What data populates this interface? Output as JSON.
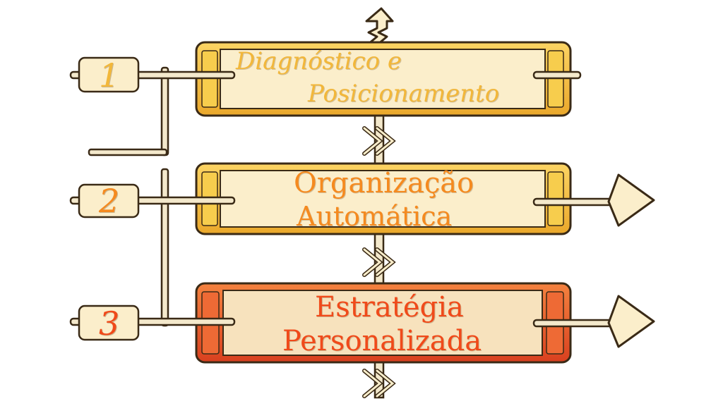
{
  "steps": [
    {
      "number": "1",
      "line1": "Diagnóstico e",
      "line2": "Posicionamento"
    },
    {
      "number": "2",
      "line1": "Organização",
      "line2": "Automática"
    },
    {
      "number": "3",
      "line1": "Estratégia",
      "line2": "Personalizada"
    }
  ],
  "colors": {
    "step1_text": "#f2b73a",
    "step2_text": "#f58a1f",
    "step3_text": "#f04a1a",
    "panel_fill": "#fbeecb",
    "gold_frame": "#f3c13c",
    "red_frame": "#e65a2c",
    "outline": "#3a2a16",
    "connector": "#f4e9cc"
  },
  "icons": [
    "double-chevron-arrow-icon",
    "arrow-tip-icon"
  ]
}
